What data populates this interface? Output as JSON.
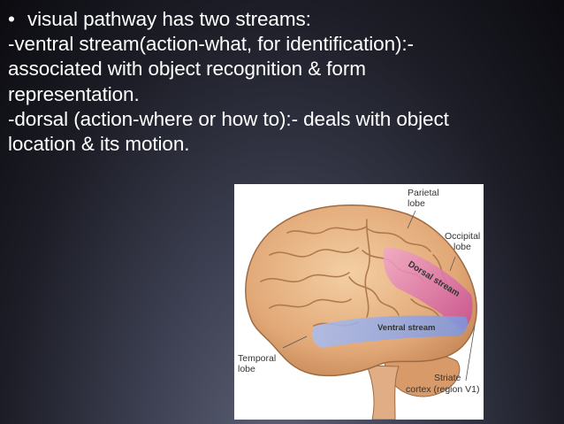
{
  "slide": {
    "lines": [
      {
        "bullet": "•",
        "text": "visual pathway has two streams:"
      },
      {
        "text": "-ventral stream(action-what, for identification):-"
      },
      {
        "text": "associated with object recognition & form"
      },
      {
        "text": "representation."
      },
      {
        "text": "-dorsal (action-where or how to):- deals with object"
      },
      {
        "text": "location & its motion."
      }
    ]
  },
  "figure": {
    "labels": {
      "parietal": "Parietal",
      "parietal_2": "lobe",
      "occipital": "Occipital",
      "occipital_2": "lobe",
      "dorsal": "Dorsal stream",
      "ventral": "Ventral stream",
      "temporal": "Temporal",
      "temporal_2": "lobe",
      "striate": "Striate",
      "striate_2": "cortex (region V1)"
    },
    "colors": {
      "dorsal_stream": "#d6519a",
      "ventral_stream": "#8fa9e8",
      "brain": "#e9b486"
    }
  }
}
